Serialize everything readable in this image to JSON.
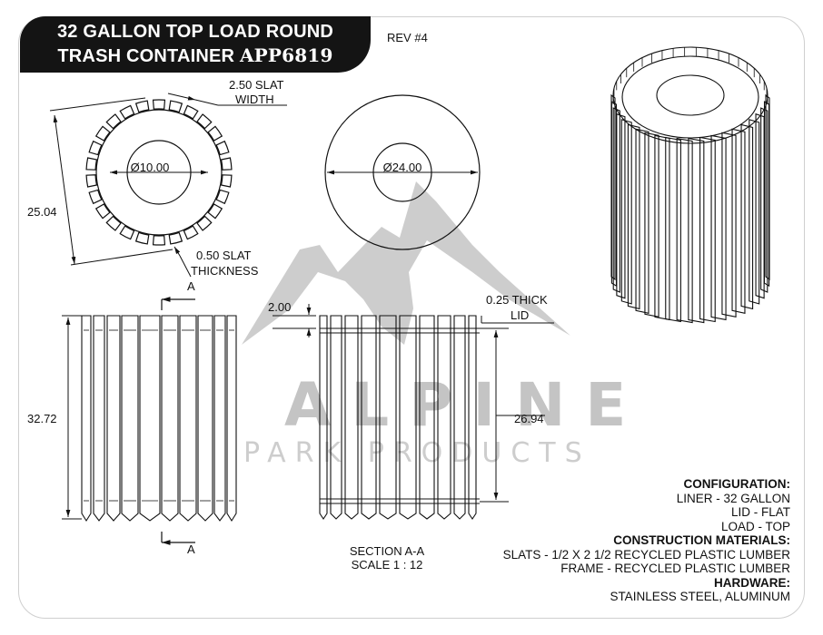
{
  "title": {
    "line1": "32 GALLON TOP LOAD ROUND",
    "line2_text": "TRASH CONTAINER ",
    "line2_part": "APP6819"
  },
  "revision": "REV #4",
  "dimensions": {
    "slat_width": [
      "2.50 SLAT",
      "WIDTH"
    ],
    "slat_thickness": [
      "0.50 SLAT",
      "THICKNESS"
    ],
    "outer_diameter": "25.04",
    "inner_diameter": "Ø10.00",
    "lid_diameter": "Ø24.00",
    "height": "32.72",
    "lid_offset": "2.00",
    "lid_thickness": [
      "0.25 THICK",
      "LID"
    ],
    "liner_height": "26.94",
    "section_label_top": "A",
    "section_label_bottom": "A"
  },
  "section_caption": [
    "SECTION A-A",
    "SCALE 1 : 12"
  ],
  "watermark": {
    "brand": "ALPINE",
    "sub": "PARK PRODUCTS"
  },
  "notes": [
    {
      "text": "CONFIGURATION:",
      "heading": true
    },
    {
      "text": "LINER - 32 GALLON",
      "heading": false
    },
    {
      "text": "LID - FLAT",
      "heading": false
    },
    {
      "text": "LOAD - TOP",
      "heading": false
    },
    {
      "text": "CONSTRUCTION MATERIALS:",
      "heading": true
    },
    {
      "text": "SLATS - 1/2 X 2 1/2 RECYCLED PLASTIC LUMBER",
      "heading": false
    },
    {
      "text": "FRAME - RECYCLED PLASTIC LUMBER",
      "heading": false
    },
    {
      "text": "HARDWARE:",
      "heading": true
    },
    {
      "text": "STAINLESS STEEL, ALUMINUM",
      "heading": false
    }
  ]
}
